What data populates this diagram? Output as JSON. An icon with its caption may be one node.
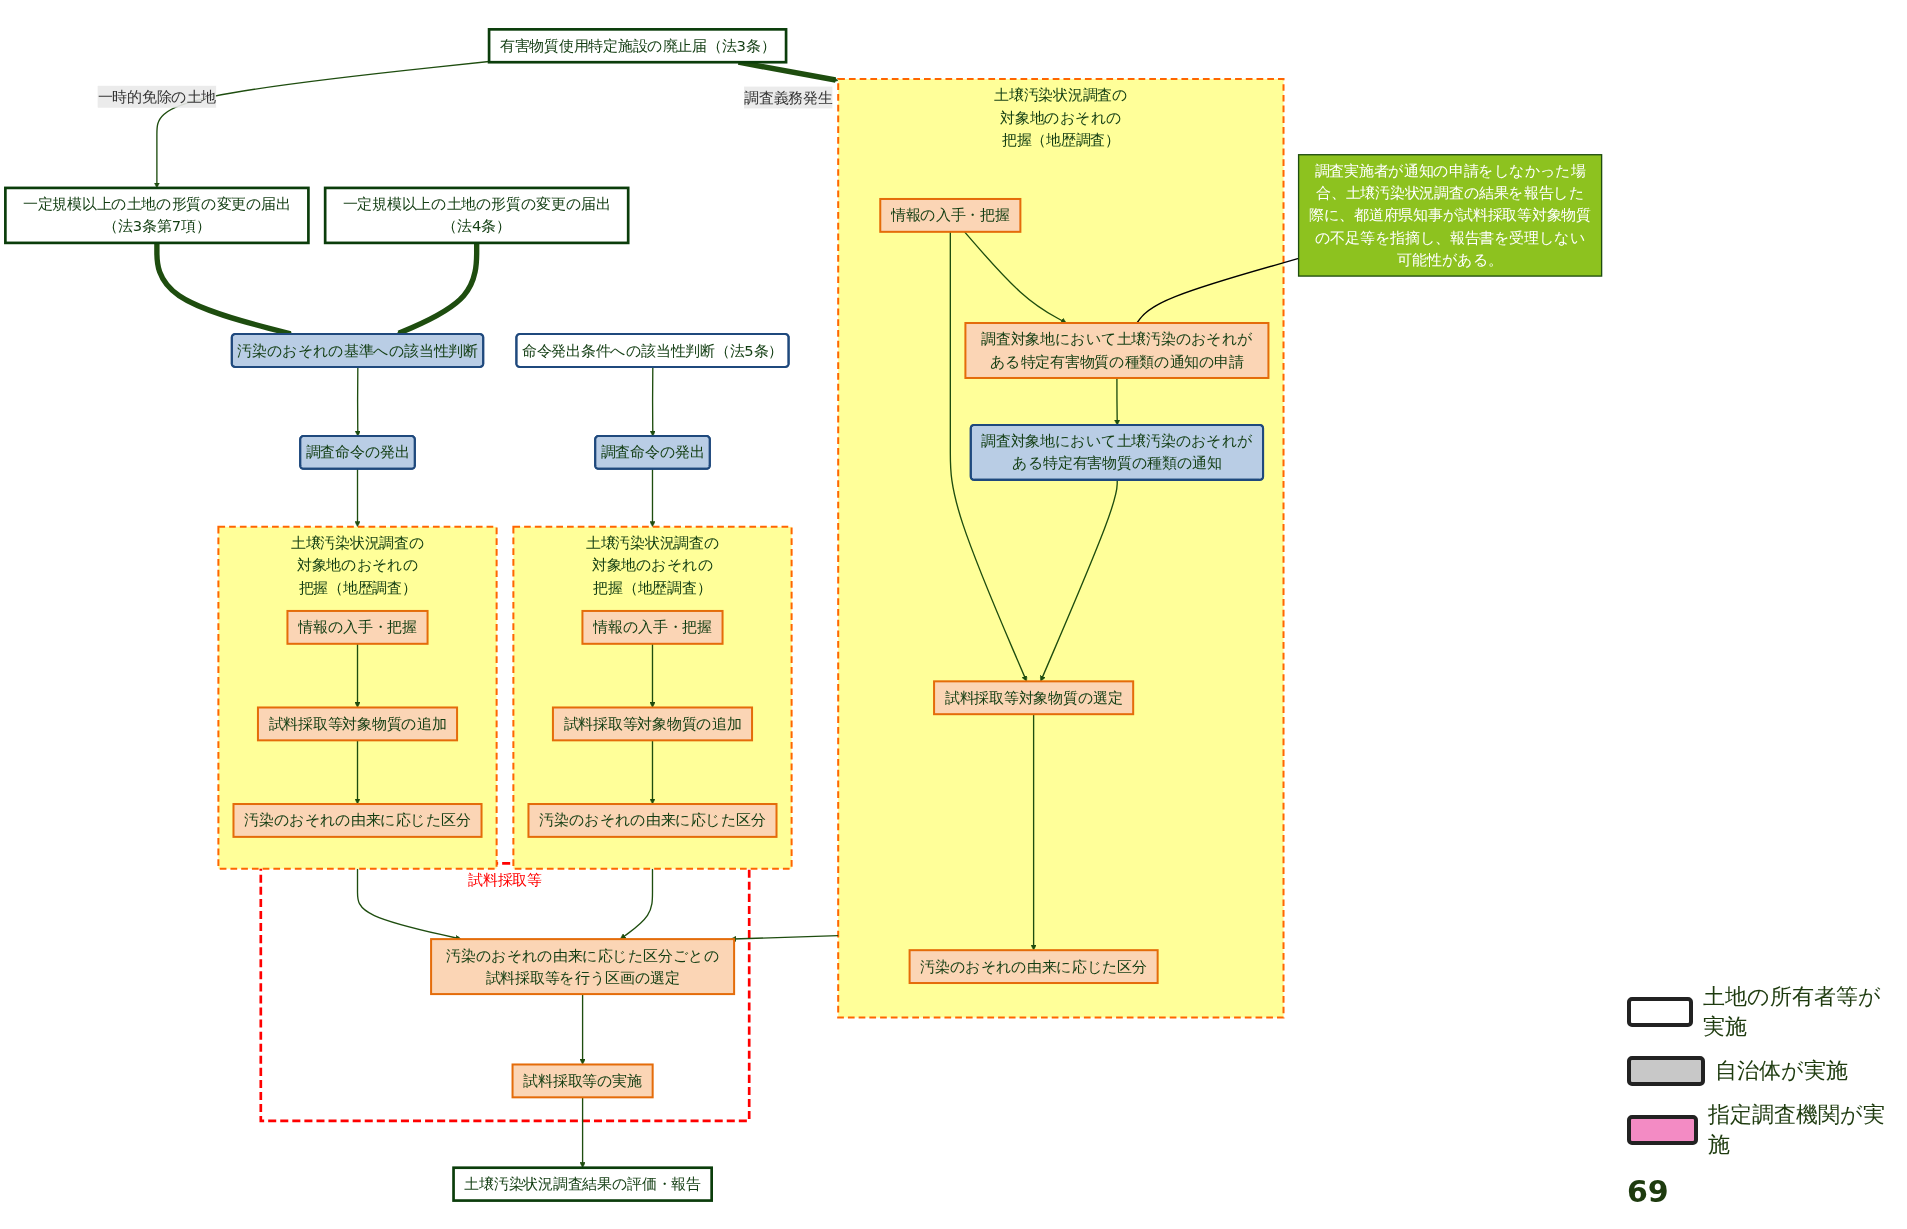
{
  "diagram": {
    "nodes": [
      {
        "text": [
          "有害物質使用特定施設の廃止届（法3条）"
        ]
      },
      {
        "text": [
          "一定規模以上の土地の形質の変更の届出（法3条第7項）"
        ]
      },
      {
        "text": [
          "一定規模以上の土地の形質の変更の届出（法4条）"
        ]
      },
      {
        "text": [
          "土壌汚染状況調査の対象地のおそれの把握（地歴調査）"
        ]
      },
      {
        "text": [
          "情報の入手・把握"
        ],
        "in": 3
      },
      {
        "text": [
          "調査対象地において土壌汚染のおそれがある特定有害物質の種類の通知の申請"
        ],
        "in": 3
      },
      {
        "text": [
          "調査対象地において土壌汚染のおそれがある特定有害物質の種類の通知"
        ],
        "in": 3
      },
      {
        "text": [
          "試料採取等対象物質の選定"
        ],
        "in": 3
      },
      {
        "text": [
          "汚染のおそれの由来に応じた区分"
        ],
        "in": 3
      },
      {
        "text": [
          "汚染のおそれの基準への該当性判断"
        ]
      },
      {
        "text": [
          "命令発出条件への該当性判断（法5条）"
        ]
      },
      {
        "text": [
          "調査命令の発出"
        ]
      },
      {
        "text": [
          "調査命令の発出"
        ]
      },
      {
        "text": [
          "土壌汚染状況調査の対象地のおそれの把握（地歴調査）"
        ]
      },
      {
        "text": [
          "情報の入手・把握"
        ],
        "in": 13
      },
      {
        "text": [
          "試料採取等対象物質の追加"
        ],
        "in": 13
      },
      {
        "text": [
          "汚染のおそれの由来に応じた区分"
        ],
        "in": 13
      },
      {
        "text": [
          "土壌汚染状況調査の対象地のおそれの把握（地歴調査）"
        ]
      },
      {
        "text": [
          "情報の入手・把握"
        ],
        "in": 17
      },
      {
        "text": [
          "試料採取等対象物質の追加"
        ],
        "in": 17
      },
      {
        "text": [
          "汚染のおそれの由来に応じた区分"
        ],
        "in": 17
      },
      {
        "text": [
          "試料採取等"
        ]
      },
      {
        "text": [
          "汚染のおそれの由来に応じた区分ごとの試料採取等を行う区画の選定"
        ],
        "in": 21
      },
      {
        "text": [
          "調査実施者が通知の申請をしなかった場合、土壌汚染状況調査の結果を報告した際に、都道府県知事が試料採取等対象物質の不足等を指摘し、報告書を受理しない可能性がある。"
        ]
      },
      {
        "text": [
          "試料採取等の実施"
        ],
        "in": 21
      },
      {
        "text": [
          "土壌汚染状況調査結果の評価・報告"
        ]
      }
    ],
    "edges": [
      {
        "from": 0,
        "to": 3,
        "arrow": "to",
        "label": "調査義務発生",
        "style": "thick"
      },
      {
        "from": 0,
        "to": 1,
        "arrow": "to",
        "label": "一時的免除の土地"
      },
      {
        "from": 1,
        "to": 9,
        "arrow": "to",
        "style": "thick"
      },
      {
        "from": 2,
        "to": 9,
        "arrow": "to",
        "style": "thick"
      },
      {
        "from": 9,
        "to": 11,
        "arrow": "to"
      },
      {
        "from": 11,
        "to": 13,
        "arrow": "to"
      },
      {
        "from": 10,
        "to": 12,
        "arrow": "to"
      },
      {
        "from": 12,
        "to": 17,
        "arrow": "to"
      },
      {
        "from": 4,
        "to": 5,
        "arrow": "to"
      },
      {
        "from": 5,
        "to": 6,
        "arrow": "to"
      },
      {
        "from": 4,
        "to": 7,
        "arrow": "to"
      },
      {
        "from": 6,
        "to": 7,
        "arrow": "to"
      },
      {
        "from": 7,
        "to": 8,
        "arrow": "to"
      },
      {
        "from": 14,
        "to": 15,
        "arrow": "to"
      },
      {
        "from": 15,
        "to": 16,
        "arrow": "to"
      },
      {
        "from": 18,
        "to": 19,
        "arrow": "to"
      },
      {
        "from": 19,
        "to": 20,
        "arrow": "to"
      },
      {
        "from": 3,
        "to": 22,
        "arrow": "to"
      },
      {
        "from": 13,
        "to": 22,
        "arrow": "to"
      },
      {
        "from": 17,
        "to": 22,
        "arrow": "to"
      },
      {
        "from": 22,
        "to": 24,
        "arrow": "to"
      },
      {
        "from": 24,
        "to": 25,
        "arrow": "to"
      },
      {
        "from": 23,
        "to": 5,
        "arrow": "none",
        "color": "#000000"
      }
    ],
    "labels": [
      "69"
    ],
    "legend": [
      {
        "text": "土地の所有者等が実施",
        "color": "#ffffff"
      },
      {
        "text": "自治体が実施",
        "color": "#c8c8c8"
      },
      {
        "text": "指定調査機関が実施",
        "color": "#f38bc4"
      }
    ]
  }
}
